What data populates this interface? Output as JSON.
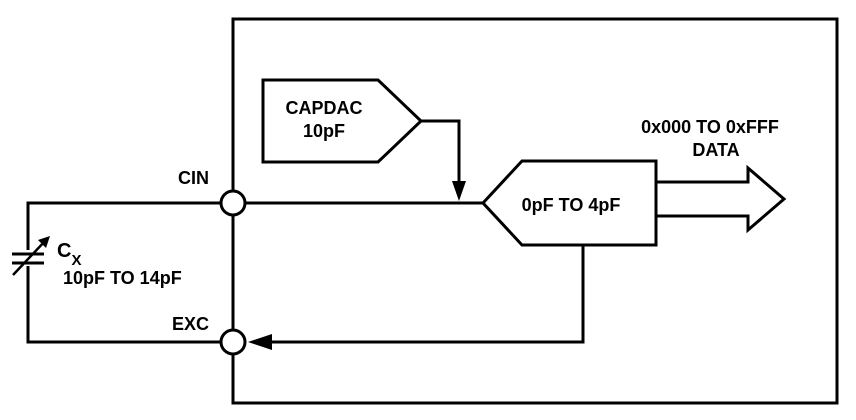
{
  "diagram": {
    "capdac": {
      "line1": "CAPDAC",
      "line2": "10pF"
    },
    "adc": {
      "label": "0pF TO 4pF"
    },
    "output": {
      "line1": "0x000 TO 0xFFF",
      "line2": "DATA"
    },
    "pins": {
      "cin": "CIN",
      "exc": "EXC"
    },
    "sensor": {
      "symbol_main": "C",
      "symbol_sub": "X",
      "range": "10pF TO 14pF"
    }
  }
}
